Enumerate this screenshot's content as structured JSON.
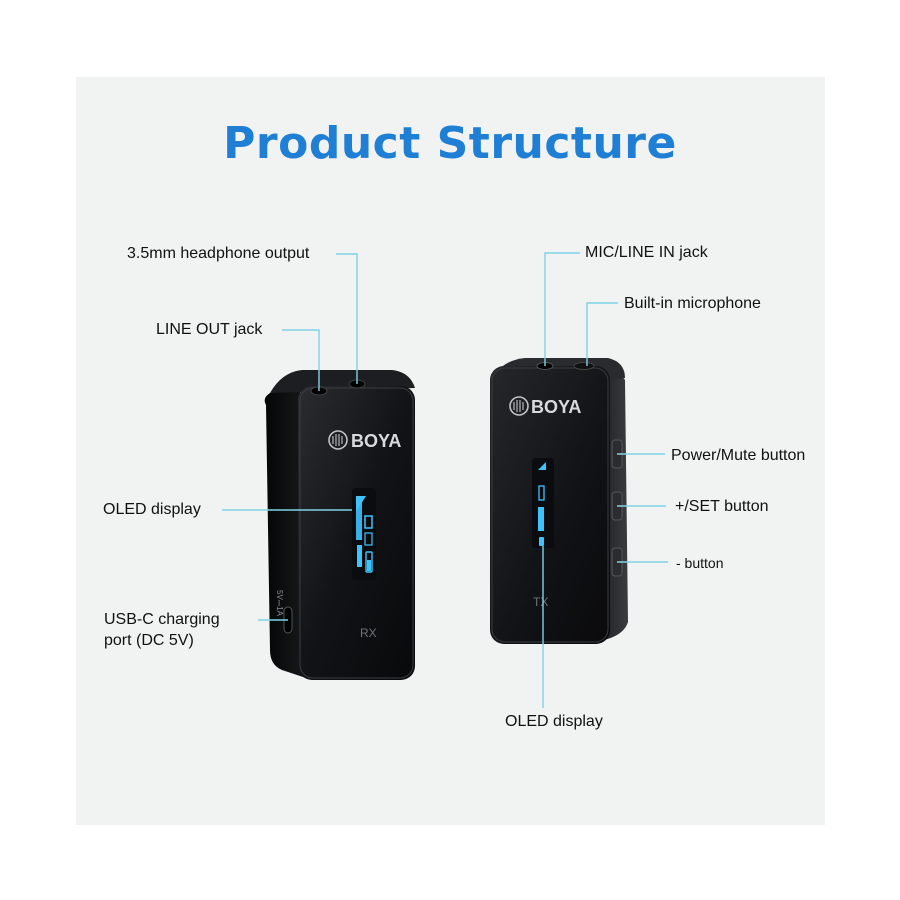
{
  "title": "Product Structure",
  "brand": "BOYA",
  "colors": {
    "title": "#1f7fd4",
    "leader_line": "#7fd3e6",
    "device_body": "#111214",
    "oled": "#3ec3ff"
  },
  "rx": {
    "model": "RX",
    "port_marking": "5V⎓1A",
    "labels": {
      "headphone_output": "3.5mm headphone output",
      "line_out": "LINE OUT jack",
      "oled": "OLED display",
      "usb_c_line1": "USB-C charging",
      "usb_c_line2": "port (DC 5V)"
    }
  },
  "tx": {
    "model": "TX",
    "labels": {
      "mic_line_in": "MIC/LINE IN jack",
      "builtin_mic": "Built-in microphone",
      "power_mute": "Power/Mute button",
      "plus_set": "+/SET button",
      "minus": "- button",
      "oled": "OLED display"
    }
  }
}
